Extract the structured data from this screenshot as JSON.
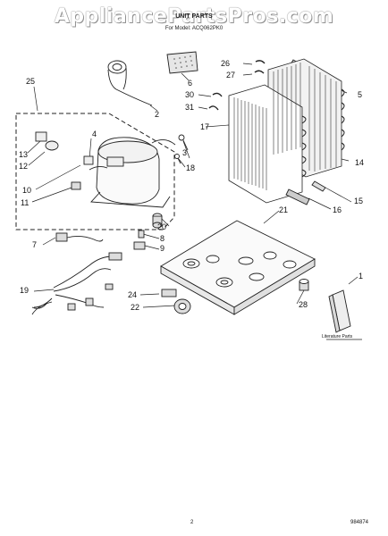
{
  "watermark": "AppliancePartsPros.com",
  "header": {
    "title": "UNIT PARTS",
    "subtitle": "For Model: ACQ062PK0"
  },
  "callouts": {
    "1": "1",
    "2": "2",
    "3": "3",
    "4": "4",
    "5": "5",
    "6": "6",
    "7": "7",
    "8": "8",
    "9": "9",
    "10": "10",
    "11": "11",
    "12": "12",
    "13": "13",
    "14": "14",
    "15": "15",
    "16": "16",
    "17": "17",
    "18": "18",
    "19": "19",
    "20": "20",
    "21": "21",
    "22": "22",
    "24": "24",
    "25": "25",
    "26": "26",
    "27": "27",
    "28": "28",
    "30": "30",
    "31": "31"
  },
  "literature_label": "Literature Parts",
  "footer": {
    "page": "2",
    "code": "984874"
  }
}
